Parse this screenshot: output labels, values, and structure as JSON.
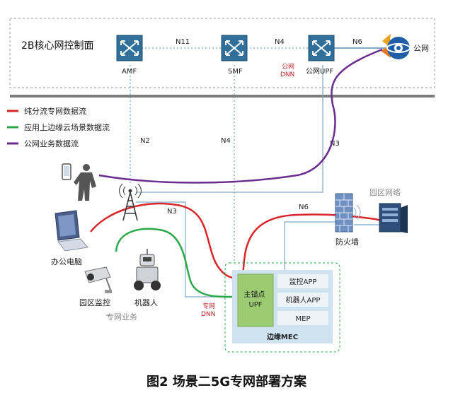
{
  "control_plane": {
    "title": "2B核心网控制面"
  },
  "nodes": {
    "amf": "AMF",
    "smf": "SMF",
    "upf_public": "公网UPF",
    "public_net": "公网",
    "campus_net": "园区网络",
    "firewall": "防火墙",
    "office_pc": "办公电脑",
    "campus_monitor": "园区监控",
    "robot": "机器人",
    "anchor_upf": "主锚点\nUPF"
  },
  "links": {
    "n11": "N11",
    "n4_top": "N4",
    "n6_top": "N6",
    "n2": "N2",
    "n4_mid": "N4",
    "n3_right": "N3",
    "n3_left": "N3",
    "n6_mid": "N6"
  },
  "dnn": {
    "public_line1": "公网",
    "public_line2": "DNN",
    "private_line1": "专网",
    "private_line2": "DNN"
  },
  "legend": [
    {
      "label": "纯分流专网数据流",
      "color": "#d9262b"
    },
    {
      "label": "应用上边缘云场景数据流",
      "color": "#2aa84a"
    },
    {
      "label": "公网业务数据流",
      "color": "#6a2c8e"
    }
  ],
  "mec": {
    "apps": [
      "监控APP",
      "机器人APP",
      "MEP"
    ],
    "title": "边缘MEC"
  },
  "private_service": "专网业务",
  "caption": "图2  场景二5G专网部署方案",
  "colors": {
    "switch": "#2f6f9a",
    "dotted": "#5a8ab0",
    "mec_bg": "#cfe2ef",
    "anchor_bg": "#9ccc72",
    "app_bg": "#eef3f7"
  }
}
